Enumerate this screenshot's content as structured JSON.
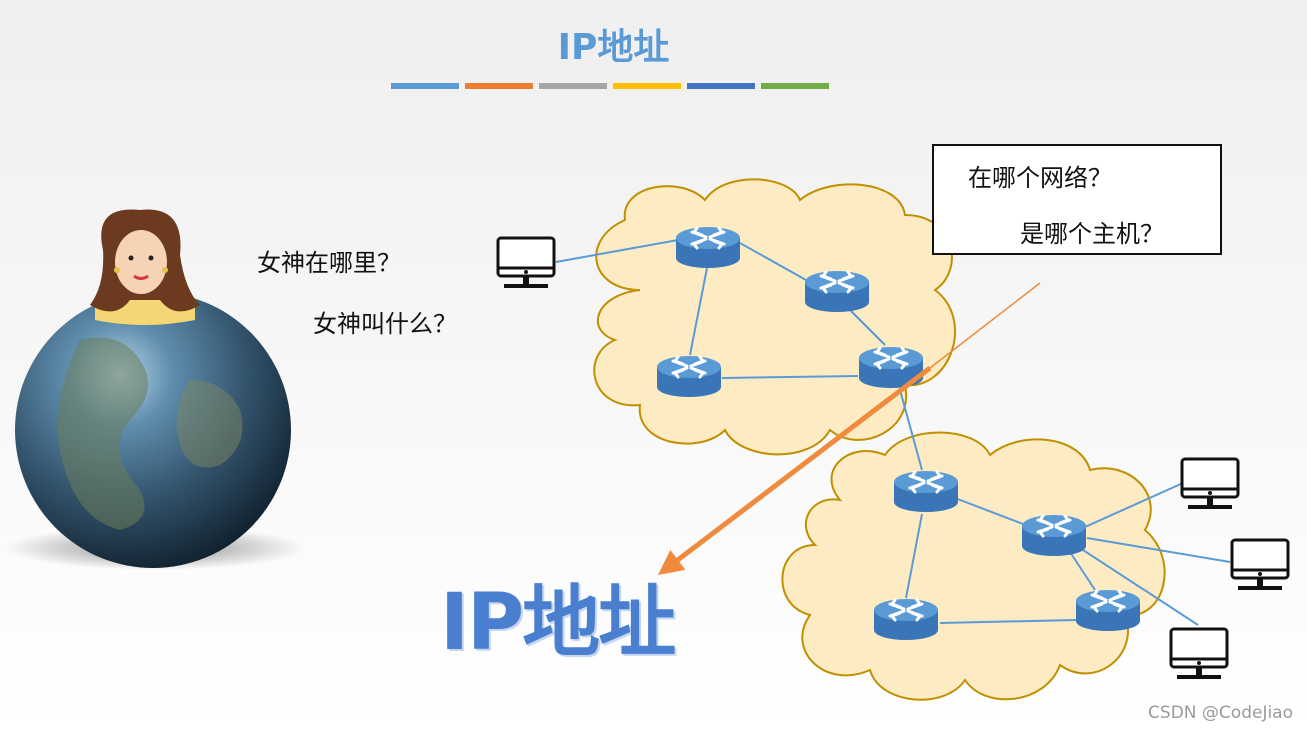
{
  "title": "IP地址",
  "colors": {
    "title": "#5b9bd5",
    "bars": [
      "#5b9bd5",
      "#ed7d31",
      "#a5a5a5",
      "#ffc000",
      "#4472c4",
      "#70ad47"
    ],
    "cloud_fill": "#fdebc3",
    "cloud_stroke": "#bf9000",
    "router": "#4e8dd0",
    "link": "#5b9bd5",
    "arrow": "#f08a3c"
  },
  "questions": {
    "where": "女神在哪里？",
    "name": "女神叫什么？"
  },
  "box": {
    "network": "在哪个网络？",
    "host": "是哪个主机？"
  },
  "big_label": "IP地址",
  "watermark": "CSDN @CodeJiao",
  "icons": [
    "earth-globe-icon",
    "woman-avatar-icon",
    "router-icon",
    "computer-monitor-icon",
    "cloud-network-icon"
  ]
}
